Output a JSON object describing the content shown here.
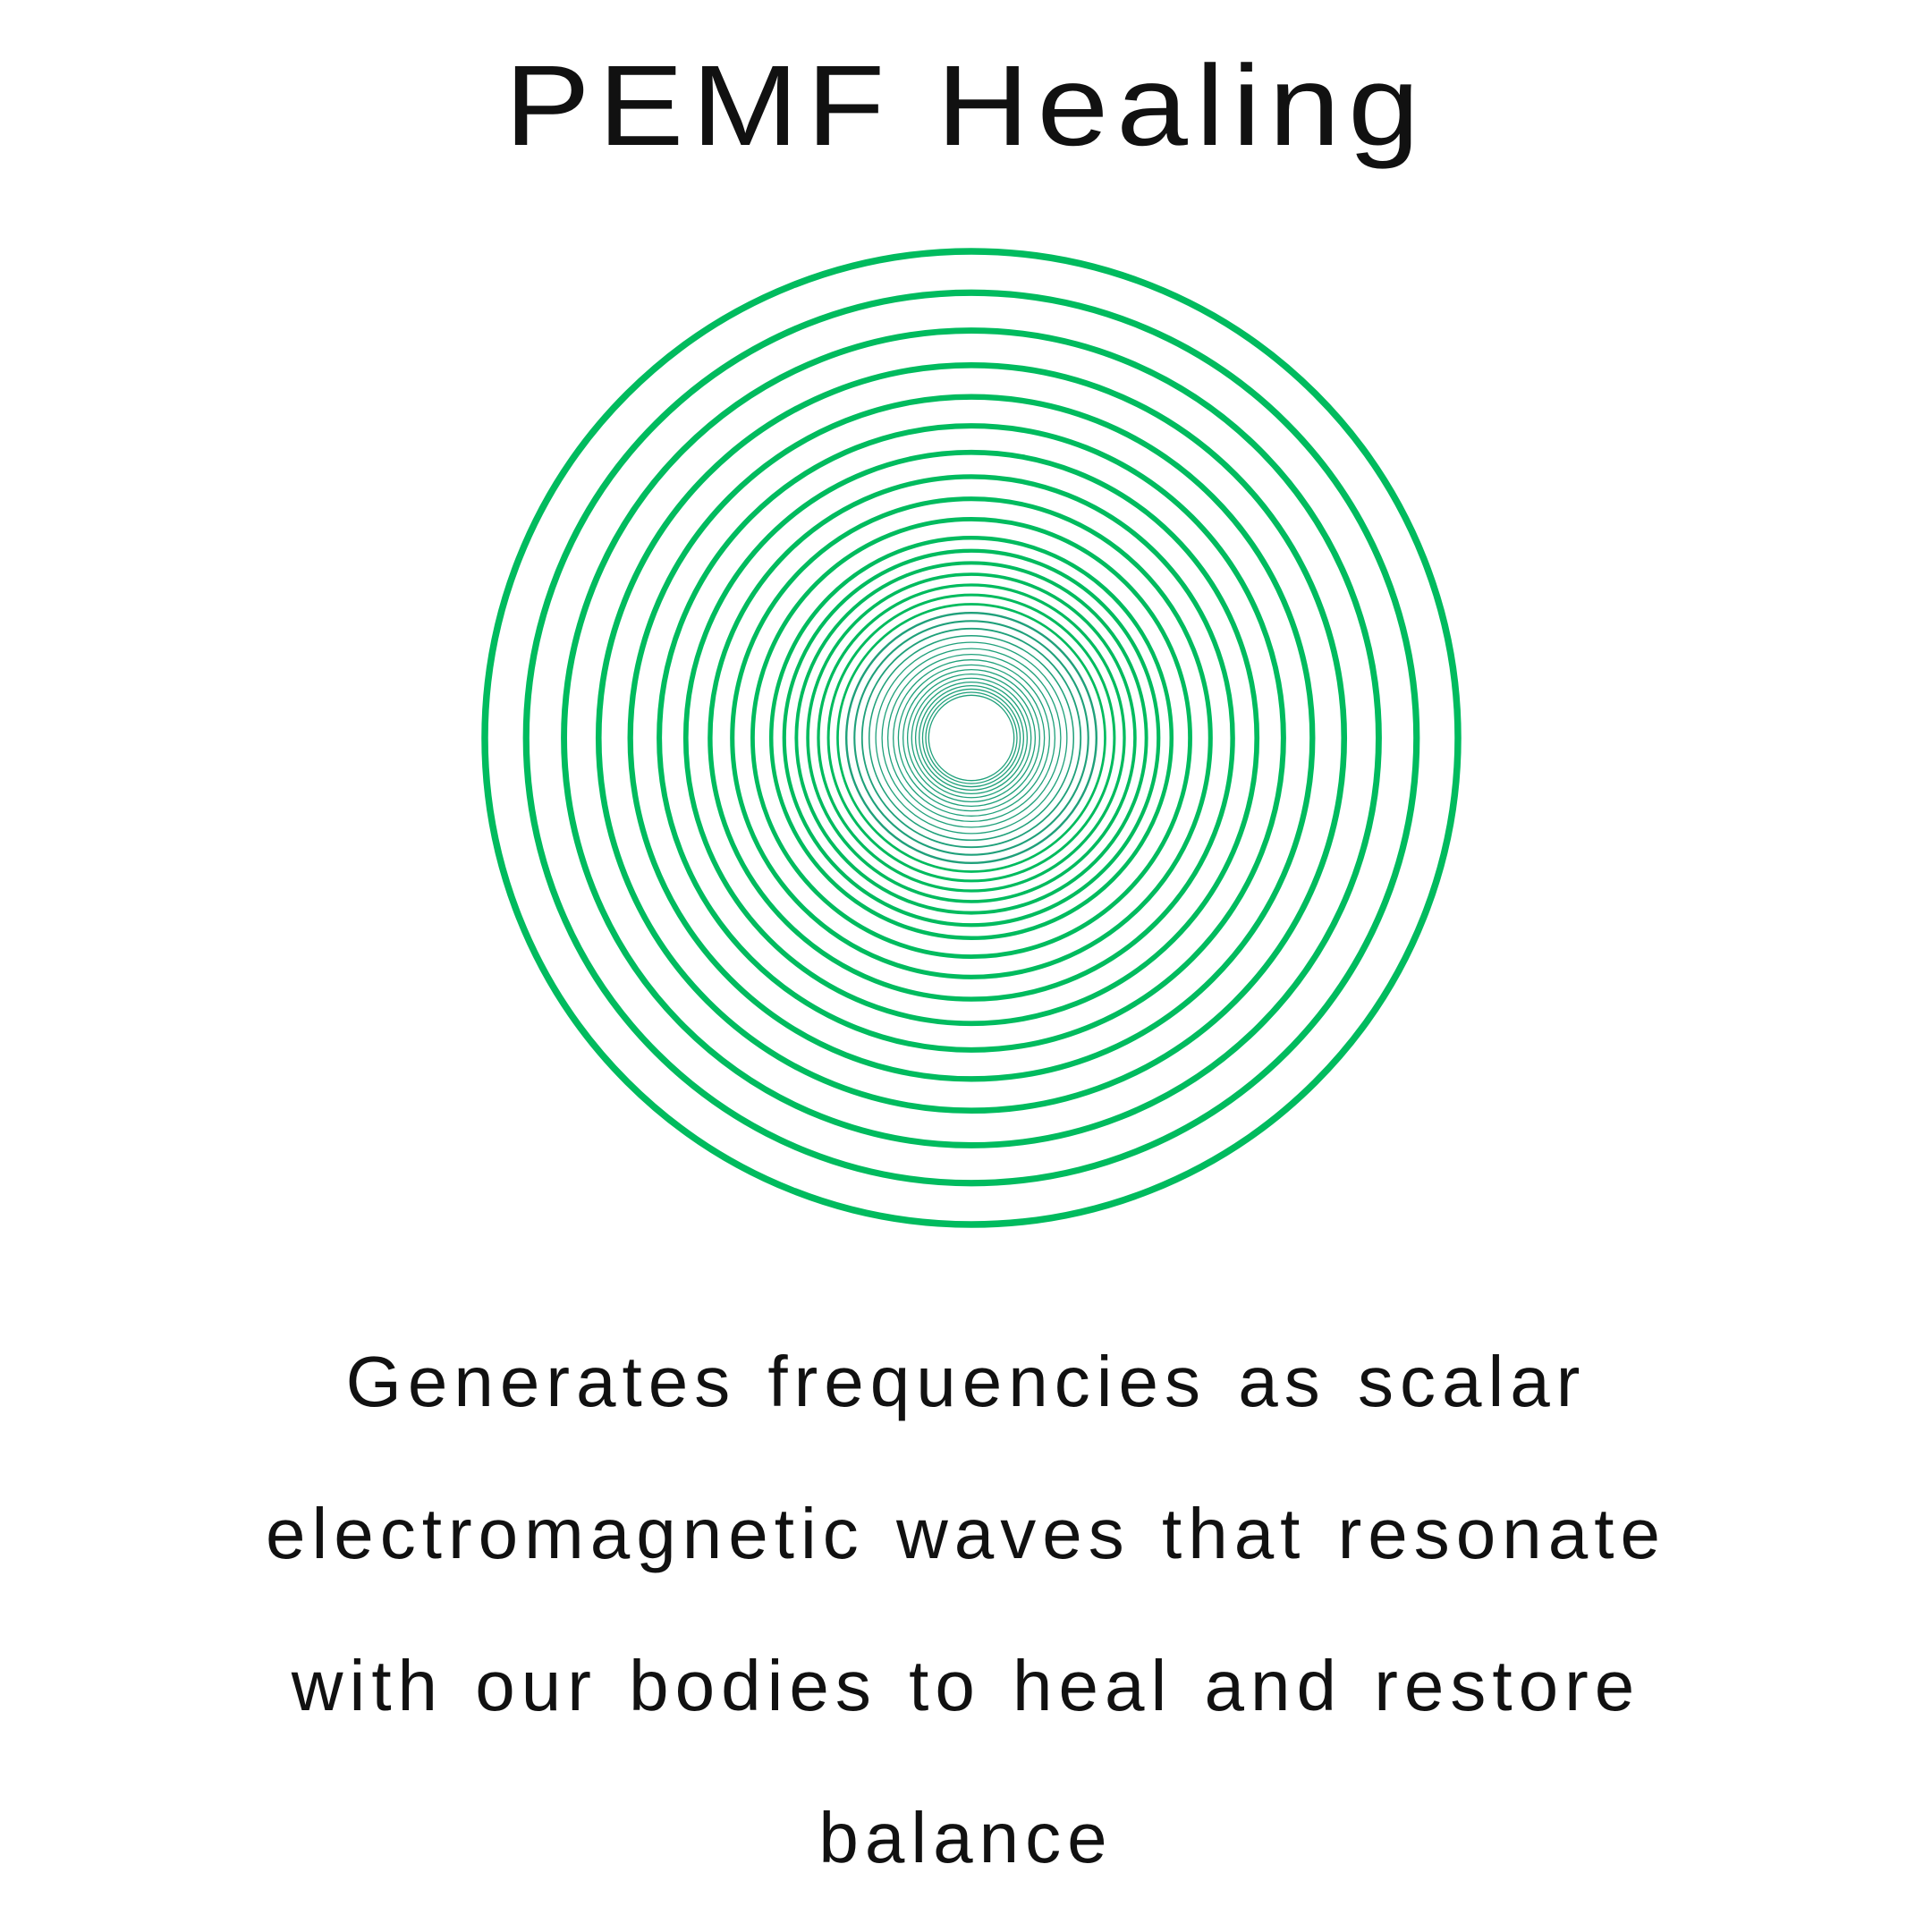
{
  "title": "PEMF Healing",
  "description_lines": [
    "Generates frequencies as scalar",
    "electromagnetic waves that resonate",
    "with our bodies to heal and restore",
    "balance"
  ],
  "colors": {
    "ring_outer": "#00bb5e",
    "ring_inner": "#1fa07a",
    "text": "#111111"
  }
}
